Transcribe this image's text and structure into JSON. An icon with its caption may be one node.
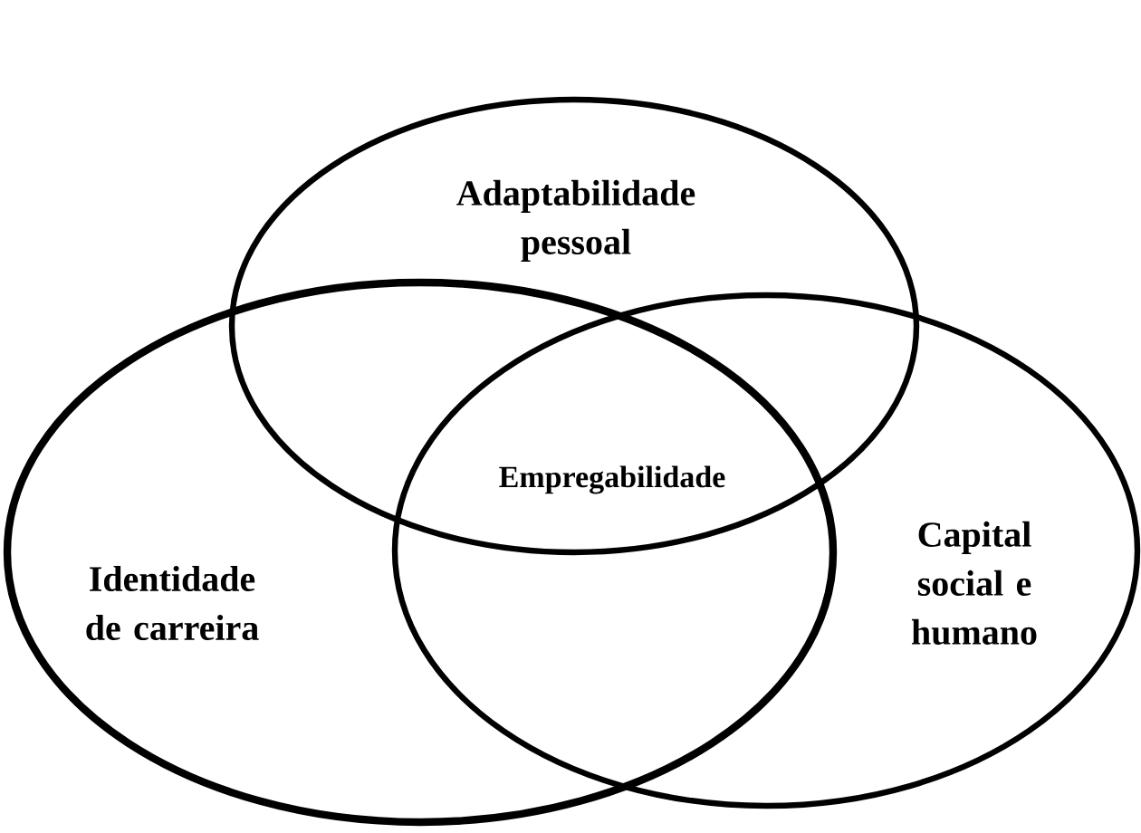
{
  "diagram": {
    "nodes": [
      {
        "text": [
          "Adaptabilidade pessoal"
        ]
      },
      {
        "text": [
          "Identidade de carreira"
        ]
      },
      {
        "text": [
          "Capital social e humano"
        ]
      }
    ],
    "labels": [
      "Empregabilidade"
    ]
  }
}
